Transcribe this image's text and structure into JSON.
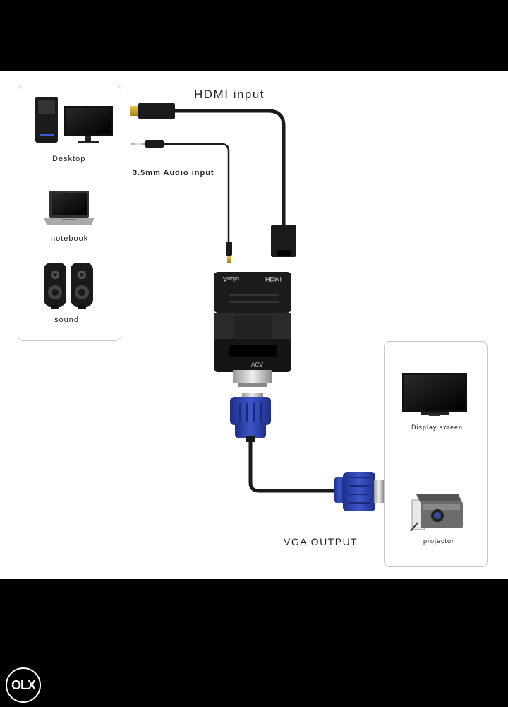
{
  "labels": {
    "hdmi_input": "HDMI input",
    "audio_input": "3.5mm Audio input",
    "desktop": "Desktop",
    "notebook": "notebook",
    "sound": "sound",
    "display_screen": "Display screen",
    "projector": "projector",
    "vga_output": "VGA OUTPUT",
    "adapter_audio": "Audio",
    "adapter_hdmi": "HDMI",
    "adapter_vga": "VGA"
  },
  "watermark": "OLX",
  "colors": {
    "background": "#ffffff",
    "bands": "#000000",
    "vga_blue": "#2c3fa0",
    "cable": "#1a1a1a",
    "gold": "#c9a227"
  }
}
